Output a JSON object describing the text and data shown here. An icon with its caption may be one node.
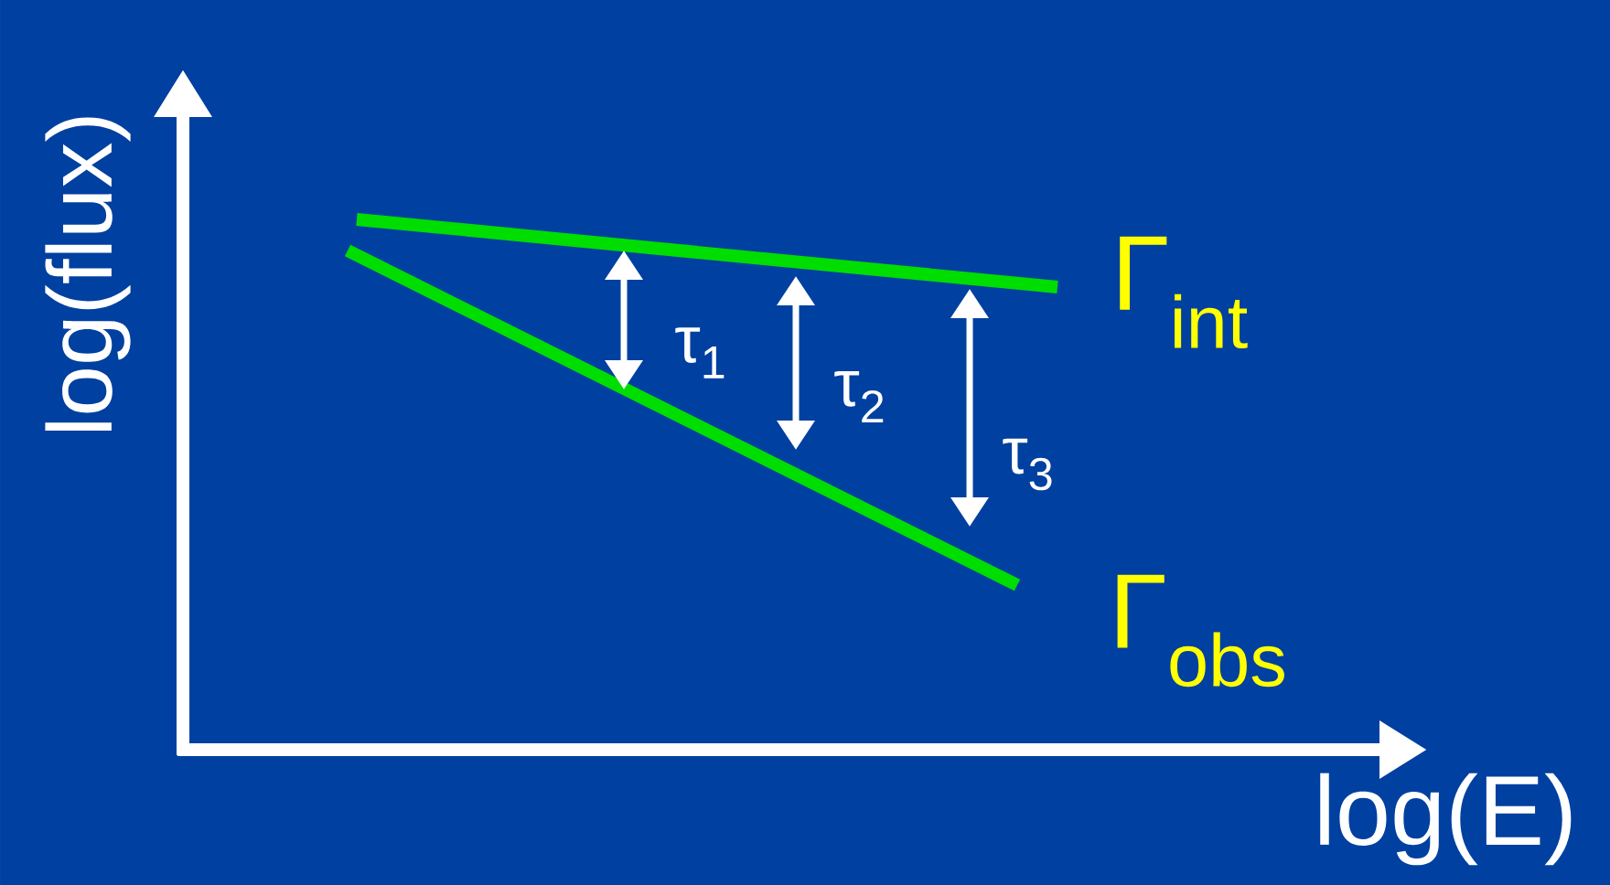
{
  "diagram": {
    "labels": [
      "log(flux)",
      "Γ$_{int}$",
      "τ$_{1}$",
      "τ$_{2}$",
      "τ$_{3}$",
      "Γ$_{obs}$",
      "log(E)"
    ]
  }
}
